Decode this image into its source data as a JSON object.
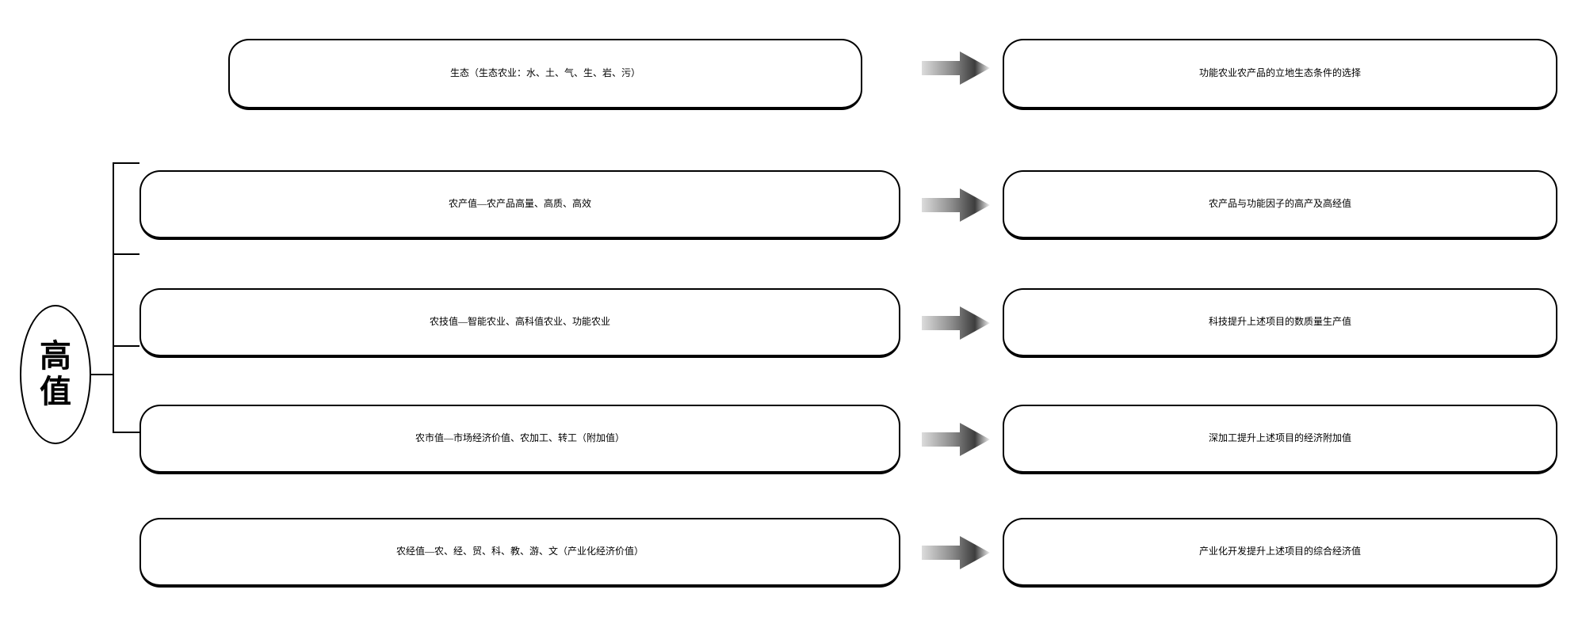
{
  "diagram": {
    "title_node": {
      "label": "高值",
      "shape": "ellipse"
    },
    "rows": [
      {
        "id": "row-ecology",
        "source": "生态（生态农业：水、土、气、生、岩、污）",
        "connector": "gradient-arrow-right",
        "target": "功能农业农产品的立地生态条件的选择",
        "branch_from_root": false
      },
      {
        "id": "row-production-value",
        "source": "农产值—农产品高量、高质、高效",
        "connector": "gradient-arrow-right",
        "target": "农产品与功能因子的高产及高经值",
        "branch_from_root": true
      },
      {
        "id": "row-technology-value",
        "source": "农技值—智能农业、高科值农业、功能农业",
        "connector": "gradient-arrow-right",
        "target": "科技提升上述项目的数质量生产值",
        "branch_from_root": true
      },
      {
        "id": "row-market-value",
        "source": "农市值—市场经济价值、农加工、转工（附加值）",
        "connector": "gradient-arrow-right",
        "target": "深加工提升上述项目的经济附加值",
        "branch_from_root": true
      },
      {
        "id": "row-economy-value",
        "source": "农经值—农、经、贸、科、教、游、文（产业化经济价值）",
        "connector": "gradient-arrow-right",
        "target": "产业化开发提升上述项目的综合经济值",
        "branch_from_root": true
      }
    ],
    "colors": {
      "stroke": "#000000",
      "fill": "#ffffff",
      "arrow_gradient_start": "#d9d9d9",
      "arrow_gradient_mid": "#7f7f7f",
      "arrow_gradient_end": "#3a3a3a"
    }
  }
}
